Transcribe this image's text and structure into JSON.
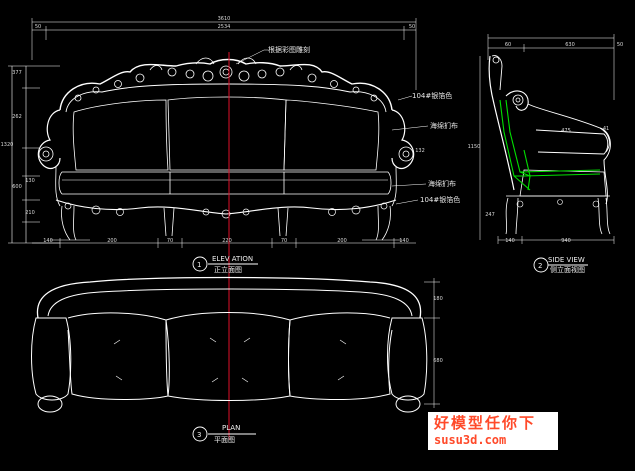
{
  "dims": {
    "overall_width": "3610",
    "inner_width": "2534",
    "top_left_offset": "50",
    "top_right_offset": "50",
    "left_top": "377",
    "left_back": "262",
    "left_total": "1320",
    "left_seat": "130",
    "left_lower": "600",
    "left_leg": "210",
    "right_seat": "132",
    "bottom": [
      "140",
      "200",
      "70",
      "220",
      "70",
      "200",
      "140"
    ],
    "side": [
      "60",
      "630",
      "50",
      "475",
      "41",
      "1150",
      "247",
      "140",
      "940"
    ],
    "plan": [
      "180",
      "680"
    ]
  },
  "notes": {
    "carving": "根据彩图雕刻",
    "gold_leaf_top": "104#银箔色",
    "fabric_back": "海绵扪布",
    "fabric_seat": "海绵扪布",
    "gold_leaf_bottom": "104#银箔色"
  },
  "views": {
    "elevation": {
      "number": "1",
      "title": "ELEV ATION",
      "subtitle": "正立面图"
    },
    "side": {
      "number": "2",
      "title": "SIDE VIEW",
      "subtitle": "侧立面视图"
    },
    "plan": {
      "number": "3",
      "title": "PLAN",
      "subtitle": "平面图"
    }
  },
  "watermark": {
    "line1": "好模型任你下",
    "line2": "susu3d.com"
  },
  "colors": {
    "background": "#000000",
    "lines": "#ffffff",
    "center_axis": "#e0102a",
    "frame_highlight": "#00e000",
    "watermark_text": "#ff4a2a"
  }
}
